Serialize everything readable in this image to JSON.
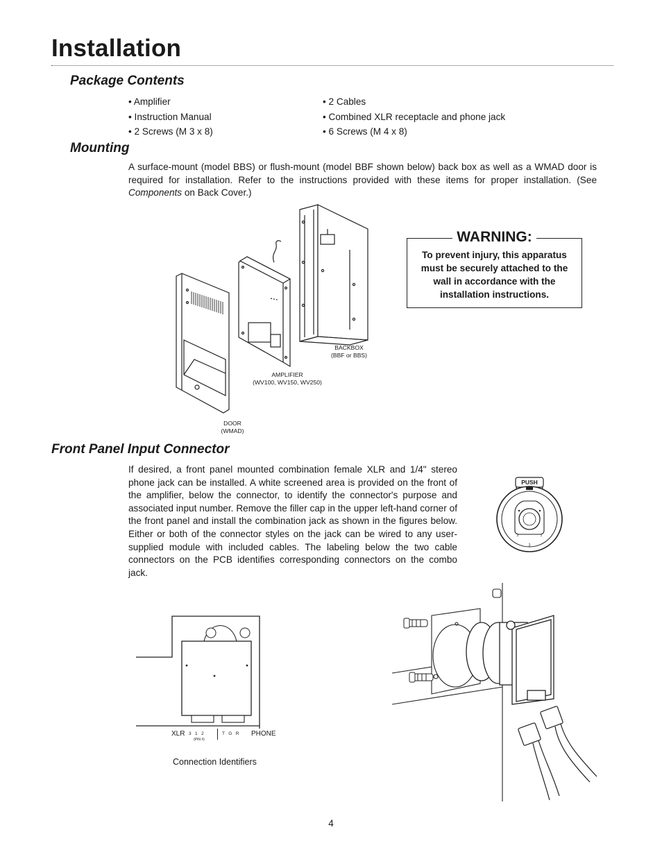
{
  "title": "Installation",
  "package": {
    "heading": "Package Contents",
    "left_items": [
      "• Amplifier",
      "• Instruction Manual",
      "• 2 Screws (M 3 x 8)"
    ],
    "right_items": [
      "• 2 Cables",
      "• Combined XLR receptacle and phone jack",
      "• 6 Screws (M 4 x 8)"
    ]
  },
  "mounting": {
    "heading": "Mounting",
    "text_1": "A surface-mount (model BBS) or flush-mount (model BBF shown below) back box as well as a WMAD door is required for installation. Refer to the instructions provided with these items for proper installation. (See ",
    "text_italic": "Components",
    "text_2": " on Back Cover.)"
  },
  "figure_labels": {
    "backbox": "BACKBOX",
    "backbox_models": "(BBF or BBS)",
    "amplifier": "AMPLIFIER",
    "amplifier_models": "(WV100, WV150, WV250)",
    "door": "DOOR",
    "door_model": "(WMAD)"
  },
  "warning": {
    "title": "WARNING:",
    "text": "To prevent injury, this apparatus must be securely attached to the wall in accordance with the installation instructions."
  },
  "front_panel": {
    "heading": "Front Panel Input Connector",
    "text": "If desired, a front panel mounted combination female XLR and 1/4\" stereo phone jack can be installed. A white screened area is provided on the front of the amplifier, below the connector, to identify the connector's purpose and associated input number. Remove the filler cap in the upper left-hand corner of the front panel and install the combination jack as shown in the figures below. Either or both of the connector styles on the jack can be wired to any user-supplied module with included cables. The labeling below the two cable connectors on the PCB identifies corresponding connectors on the combo jack."
  },
  "jack": {
    "push_label": "PUSH",
    "pins": [
      "1",
      "2",
      "3"
    ]
  },
  "pcb": {
    "xlr_label": "XLR",
    "xlr_pins": "3   1   2",
    "pin_note": "(PIN #)",
    "phone_pins": "T   G   R",
    "phone_label": "PHONE",
    "caption": "Connection Identifiers"
  },
  "page_number": "4"
}
